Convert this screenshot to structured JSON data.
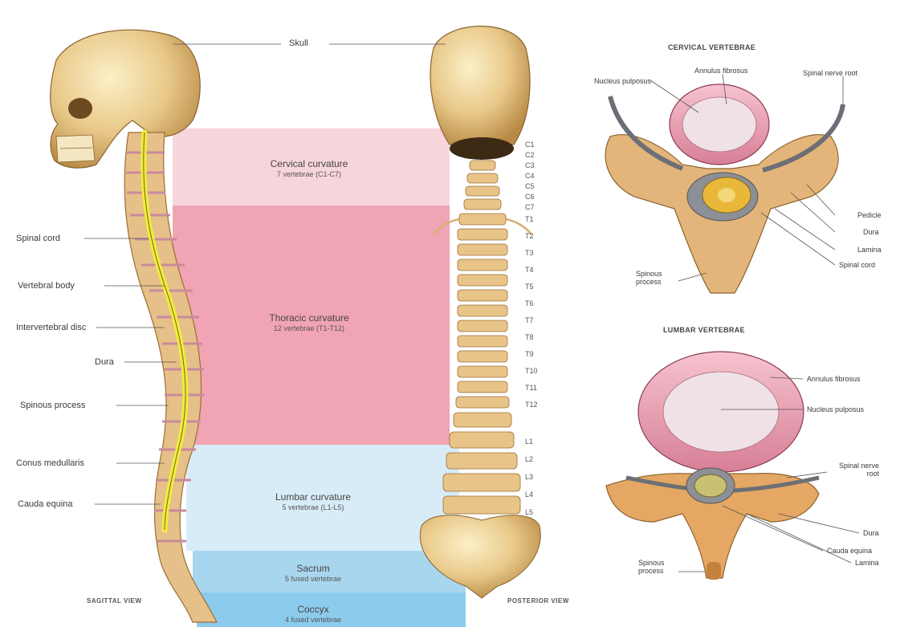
{
  "skull_label": "Skull",
  "left_labels": [
    "Spinal cord",
    "Vertebral body",
    "Intervertebral disc",
    "Dura",
    "Spinous process",
    "Conus medullaris",
    "Cauda equina"
  ],
  "regions": [
    {
      "name": "Cervical curvature",
      "sub": "7 vertebrae (C1-C7)",
      "color": "#f7d5dc"
    },
    {
      "name": "Thoracic curvature",
      "sub": "12 vertebrae (T1-T12)",
      "color": "#f0a4b4"
    },
    {
      "name": "Lumbar curvature",
      "sub": "5 vertebrae (L1-L5)",
      "color": "#d8ecf8"
    },
    {
      "name": "Sacrum",
      "sub": "5 fused vertebrae",
      "color": "#a8d6ef"
    },
    {
      "name": "Coccyx",
      "sub": "4 fused vertebrae",
      "color": "#8ccbec"
    }
  ],
  "vertebra_labels": [
    "C1",
    "C2",
    "C3",
    "C4",
    "C5",
    "C6",
    "C7",
    "T1",
    "T2",
    "T3",
    "T4",
    "T5",
    "T6",
    "T7",
    "T8",
    "T9",
    "T10",
    "T11",
    "T12",
    "L1",
    "L2",
    "L3",
    "L4",
    "L5"
  ],
  "captions": {
    "left": "SAGITTAL VIEW",
    "right": "POSTERIOR VIEW"
  },
  "cervical": {
    "title": "CERVICAL VERTEBRAE",
    "labels": {
      "nucleus": "Nucleus pulposus",
      "annulus": "Annulus fibrosus",
      "nerve_root": "Spinal nerve root",
      "pedicle": "Pedicle",
      "dura": "Dura",
      "lamina": "Lamina",
      "cord": "Spinal cord",
      "spinous": "Spinous process"
    }
  },
  "lumbar": {
    "title": "LUMBAR VERTEBRAE",
    "labels": {
      "annulus": "Annulus fibrosus",
      "nucleus": "Nucleus pulposus",
      "nerve_root": "Spinal nerve root",
      "dura": "Dura",
      "cauda": "Cauda equina",
      "lamina": "Lamina",
      "spinous": "Spinous process"
    }
  }
}
